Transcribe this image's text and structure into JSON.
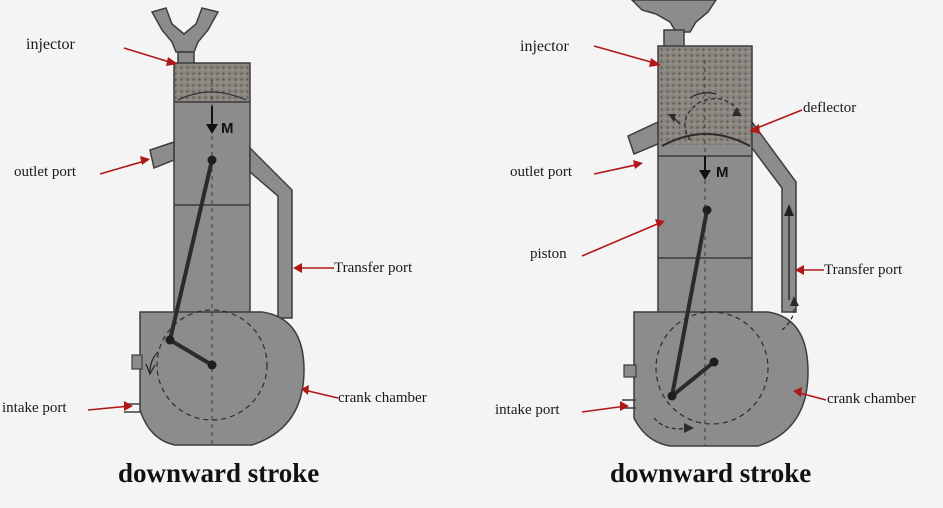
{
  "colors": {
    "engine_fill": "#8c8c8c",
    "outline": "#3d3d3d",
    "rod": "#2b2b2b",
    "leader": "#b01818",
    "fuel_spray": "#6e6a66",
    "background": "#f4f4f4"
  },
  "left_panel": {
    "labels": {
      "injector": "injector",
      "outlet_port": "outlet port",
      "transfer_port": "Transfer port",
      "intake_port": "intake port",
      "crank_chamber": "crank chamber"
    },
    "motion_mark": "M",
    "caption": "downward stroke"
  },
  "right_panel": {
    "labels": {
      "injector": "injector",
      "deflector": "deflector",
      "outlet_port": "outlet port",
      "piston": "piston",
      "transfer_port": "Transfer port",
      "intake_port": "intake port",
      "crank_chamber": "crank chamber"
    },
    "motion_mark": "M",
    "caption": "downward stroke"
  }
}
